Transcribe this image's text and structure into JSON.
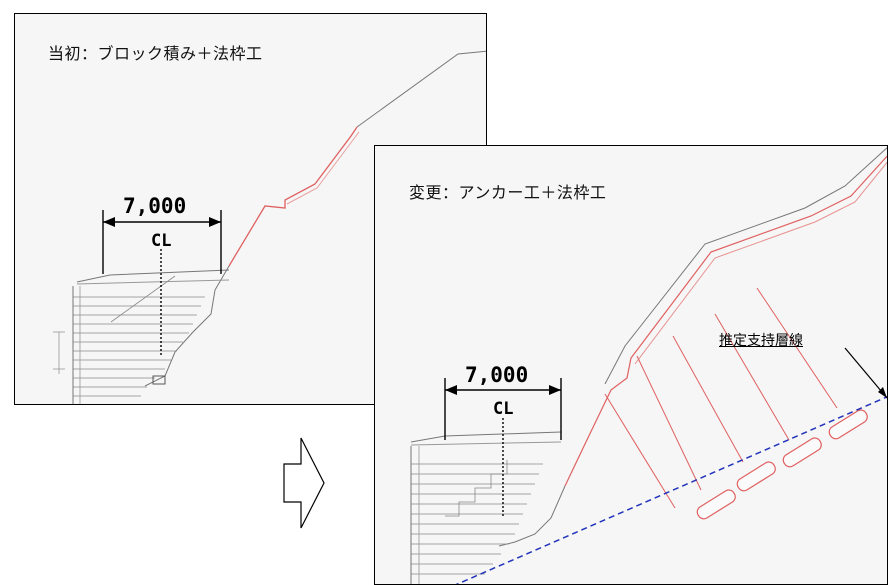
{
  "before": {
    "title": "当初：ブロック積み＋法枠工",
    "dimension": "7,000",
    "centerline": "CL"
  },
  "after": {
    "title": "変更：アンカー工＋法枠工",
    "dimension": "7,000",
    "centerline": "CL",
    "bearing_layer_label": "推定支持層線"
  },
  "colors": {
    "panel_bg": "#f6f6f6",
    "slope_line": "#777777",
    "frame_red": "#e06060",
    "bearing_line": "#2233bb"
  },
  "icons": [
    "right-arrow-icon"
  ]
}
